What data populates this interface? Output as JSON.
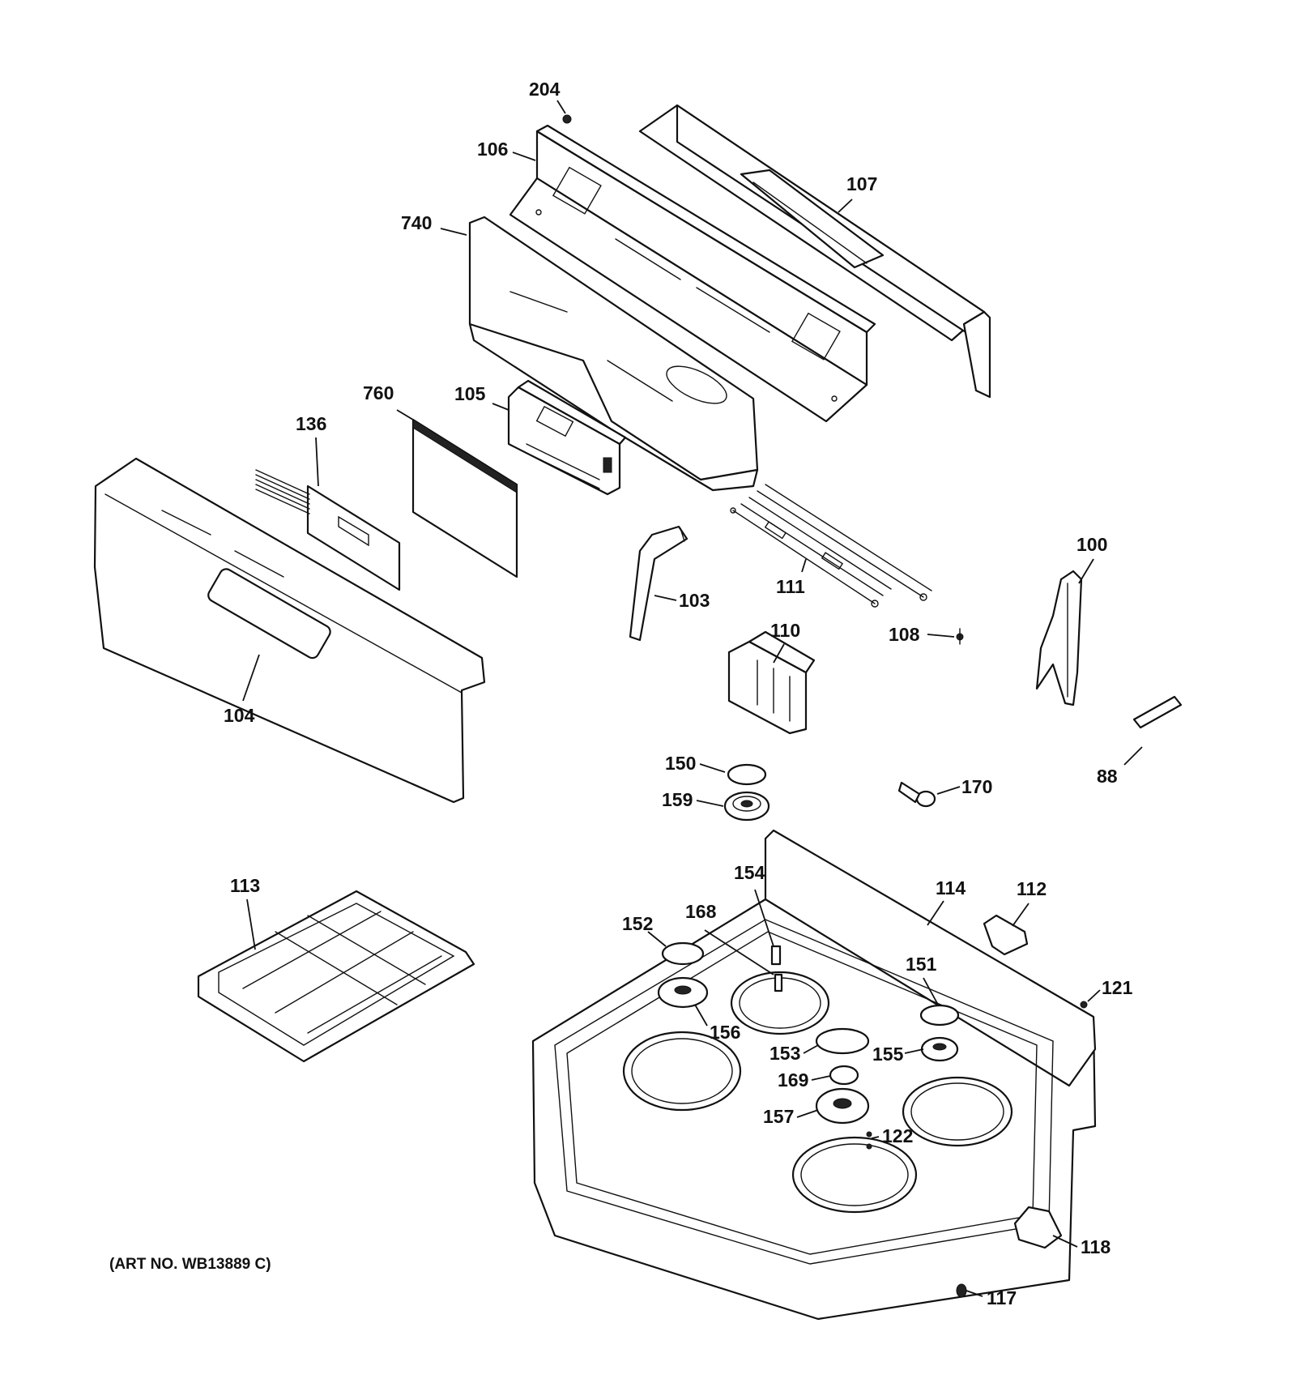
{
  "art_number": "(ART NO. WB13889 C)",
  "callouts": {
    "p204": "204",
    "p106": "106",
    "p107": "107",
    "p740": "740",
    "p760": "760",
    "p105": "105",
    "p136": "136",
    "p104": "104",
    "p103": "103",
    "p111": "111",
    "p110": "110",
    "p108": "108",
    "p100": "100",
    "p88": "88",
    "p150": "150",
    "p159": "159",
    "p170": "170",
    "p113": "113",
    "p154": "154",
    "p114": "114",
    "p112": "112",
    "p152": "152",
    "p168": "168",
    "p151": "151",
    "p121": "121",
    "p156": "156",
    "p153": "153",
    "p155": "155",
    "p169": "169",
    "p157": "157",
    "p122": "122",
    "p118": "118",
    "p117": "117"
  }
}
